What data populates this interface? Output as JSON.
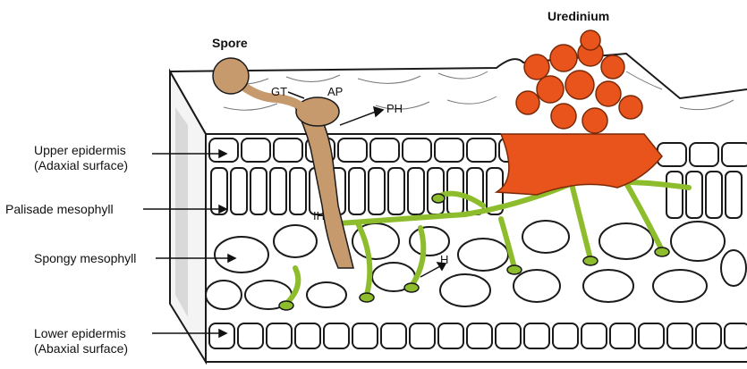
{
  "titles": {
    "spore": "Spore",
    "uredinium": "Uredinium"
  },
  "labels": {
    "upper_epidermis": [
      "Upper epidermis",
      "(Adaxial surface)"
    ],
    "palisade_mesophyll": "Palisade mesophyll",
    "spongy_mesophyll": "Spongy mesophyll",
    "lower_epidermis": [
      "Lower epidermis",
      "(Abaxial surface)"
    ]
  },
  "structure_tags": {
    "gt": "GT",
    "ap": "AP",
    "ph": "PH",
    "ih": "IH",
    "h": "H"
  },
  "colors": {
    "fungus_tan": "#c79a6e",
    "hyphae_green": "#8dbd2c",
    "uredinium_orange": "#e8541c",
    "cell_outline": "#1a1a1a",
    "background": "#ffffff"
  }
}
